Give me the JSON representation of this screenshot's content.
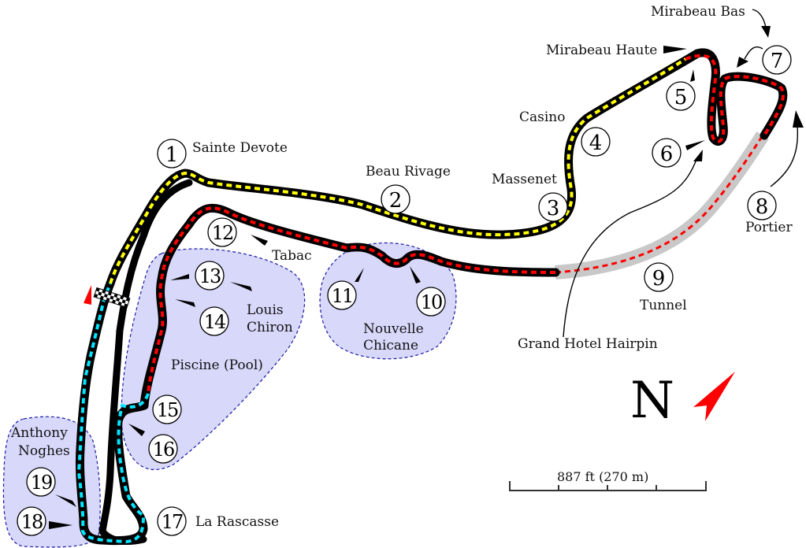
{
  "title": "Circuit de Monaco",
  "colors": {
    "sector1": "#ffff00",
    "sector2": "#ff0000",
    "sector3": "#00e5ff",
    "track": "#000000",
    "tunnel": "#c8c8c8",
    "zone_fill": "#d8d8fb",
    "zone_border": "#1a1aa0",
    "north_arrow": "#ff0000"
  },
  "corners": [
    {
      "number": "1",
      "name": "Sainte Devote"
    },
    {
      "number": "2",
      "name": "Beau Rivage"
    },
    {
      "number": "3",
      "name": "Massenet"
    },
    {
      "number": "4",
      "name": "Casino"
    },
    {
      "number": "5",
      "name": "Mirabeau Haute"
    },
    {
      "number": "6",
      "name": "Grand Hotel Hairpin"
    },
    {
      "number": "7",
      "name": "Mirabeau Bas"
    },
    {
      "number": "8",
      "name": "Portier"
    },
    {
      "number": "9",
      "name": "Tunnel"
    },
    {
      "number": "10",
      "name": "Nouvelle Chicane"
    },
    {
      "number": "11",
      "name": "Nouvelle Chicane"
    },
    {
      "number": "12",
      "name": "Tabac"
    },
    {
      "number": "13",
      "name": "Louis Chiron"
    },
    {
      "number": "14",
      "name": "Louis Chiron"
    },
    {
      "number": "15",
      "name": "Piscine (Pool)"
    },
    {
      "number": "16",
      "name": "Piscine (Pool)"
    },
    {
      "number": "17",
      "name": "La Rascasse"
    },
    {
      "number": "18",
      "name": "Anthony Noghes"
    },
    {
      "number": "19",
      "name": "Anthony Noghes"
    }
  ],
  "labels": {
    "sainte_devote": "Sainte Devote",
    "beau_rivage": "Beau Rivage",
    "massenet": "Massenet",
    "casino": "Casino",
    "mirabeau_haute": "Mirabeau Haute",
    "mirabeau_bas": "Mirabeau Bas",
    "portier": "Portier",
    "tunnel": "Tunnel",
    "grand_hotel_hairpin": "Grand Hotel Hairpin",
    "tabac": "Tabac",
    "louis_chiron_1": "Louis",
    "louis_chiron_2": "Chiron",
    "piscine": "Piscine (Pool)",
    "nouvelle_chicane_1": "Nouvelle",
    "nouvelle_chicane_2": "Chicane",
    "anthony_noghes_1": "Anthony",
    "anthony_noghes_2": "Noghes",
    "la_rascasse": "La Rascasse"
  },
  "compass": {
    "letter": "N",
    "icon": "north-arrow-icon"
  },
  "scale_bar": {
    "label": "887 ft (270 m)"
  }
}
